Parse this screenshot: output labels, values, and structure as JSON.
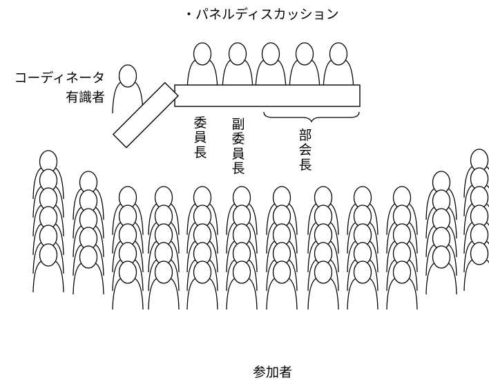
{
  "title": "・パネルディスカッション",
  "coordinator_label": "コーディネータ",
  "expert_label": "有識者",
  "chair_label": "委員長",
  "vice_chair_label": "副委員長",
  "division_heads_label": "部会長",
  "audience_label": "参加者",
  "colors": {
    "stroke": "#000000",
    "fill": "#ffffff"
  }
}
